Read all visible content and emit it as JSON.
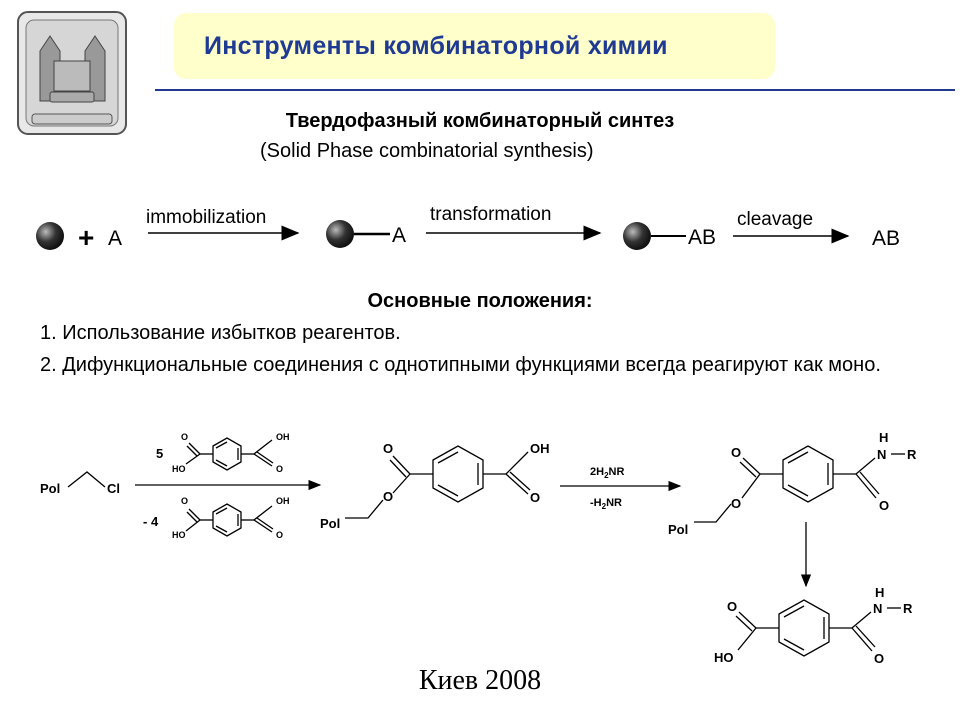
{
  "title": "Инструменты комбинаторной химии",
  "subtitle_ru": "Твердофазный комбинаторный синтез",
  "subtitle_en": "(Solid Phase combinatorial synthesis)",
  "scheme": {
    "plus": "+",
    "reagent": "A",
    "step1_label": "immobilization",
    "bound_a": "A",
    "step2_label": "transformation",
    "bound_ab": "AB",
    "step3_label": "cleavage",
    "product": "AB"
  },
  "principles": {
    "heading": "Основные положения:",
    "item1": "1. Использование избытков реагентов.",
    "item2": "2. Дифункциональные соединения с однотипными функциями всегда реагируют как моно."
  },
  "reaction": {
    "pol": "Pol",
    "cl": "Cl",
    "coef_top": "5",
    "coef_bottom": "- 4",
    "o": "O",
    "oh": "OH",
    "ho": "HO",
    "reagent_top": "2H",
    "reagent_sub": "2",
    "reagent_rest": "NR",
    "reagent_bottom_pre": "-H",
    "n": "N",
    "h": "H",
    "r": "R"
  },
  "footer": "Киев 2008",
  "colors": {
    "title": "#1f3a93",
    "title_bg": "#ffffcc",
    "rule": "#1f3a93"
  }
}
